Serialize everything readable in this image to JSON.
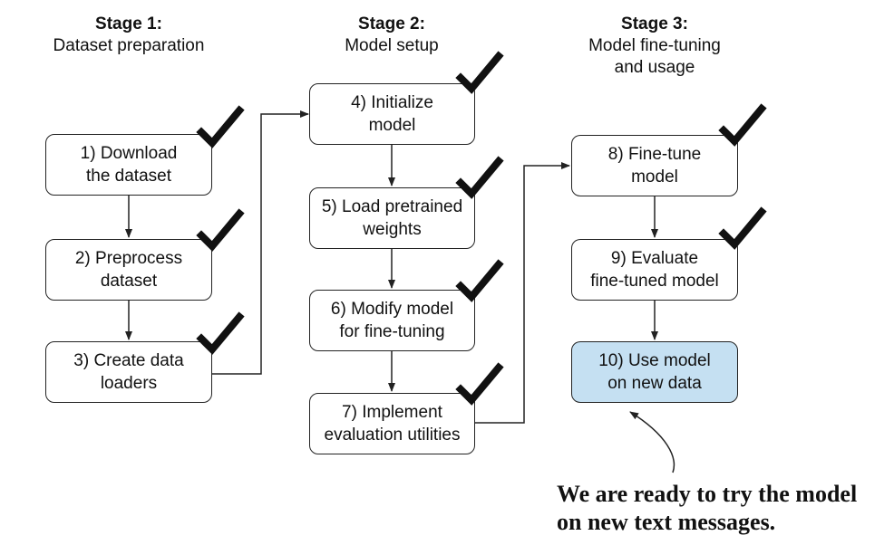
{
  "stages": [
    {
      "label": "Stage 1:",
      "subtitle": "Dataset preparation"
    },
    {
      "label": "Stage 2:",
      "subtitle": "Model setup"
    },
    {
      "label": "Stage 3:",
      "subtitle": "Model fine-tuning\nand usage"
    }
  ],
  "steps": [
    {
      "text": "1) Download\nthe dataset",
      "done": true
    },
    {
      "text": "2) Preprocess\ndataset",
      "done": true
    },
    {
      "text": "3) Create data\nloaders",
      "done": true
    },
    {
      "text": "4) Initialize\nmodel",
      "done": true
    },
    {
      "text": "5) Load pretrained\nweights",
      "done": true
    },
    {
      "text": "6) Modify model\nfor fine-tuning",
      "done": true
    },
    {
      "text": "7) Implement\nevaluation utilities",
      "done": true
    },
    {
      "text": "8) Fine-tune\nmodel",
      "done": true
    },
    {
      "text": "9) Evaluate\nfine-tuned model",
      "done": true
    },
    {
      "text": "10) Use model\non new data",
      "done": false,
      "highlighted": true
    }
  ],
  "callout": "We are ready to try the model\non new text messages.",
  "colors": {
    "highlight_fill": "#c5e0f2",
    "stroke": "#222222",
    "check": "#111111"
  },
  "icons": {
    "check": "checkmark-icon"
  }
}
